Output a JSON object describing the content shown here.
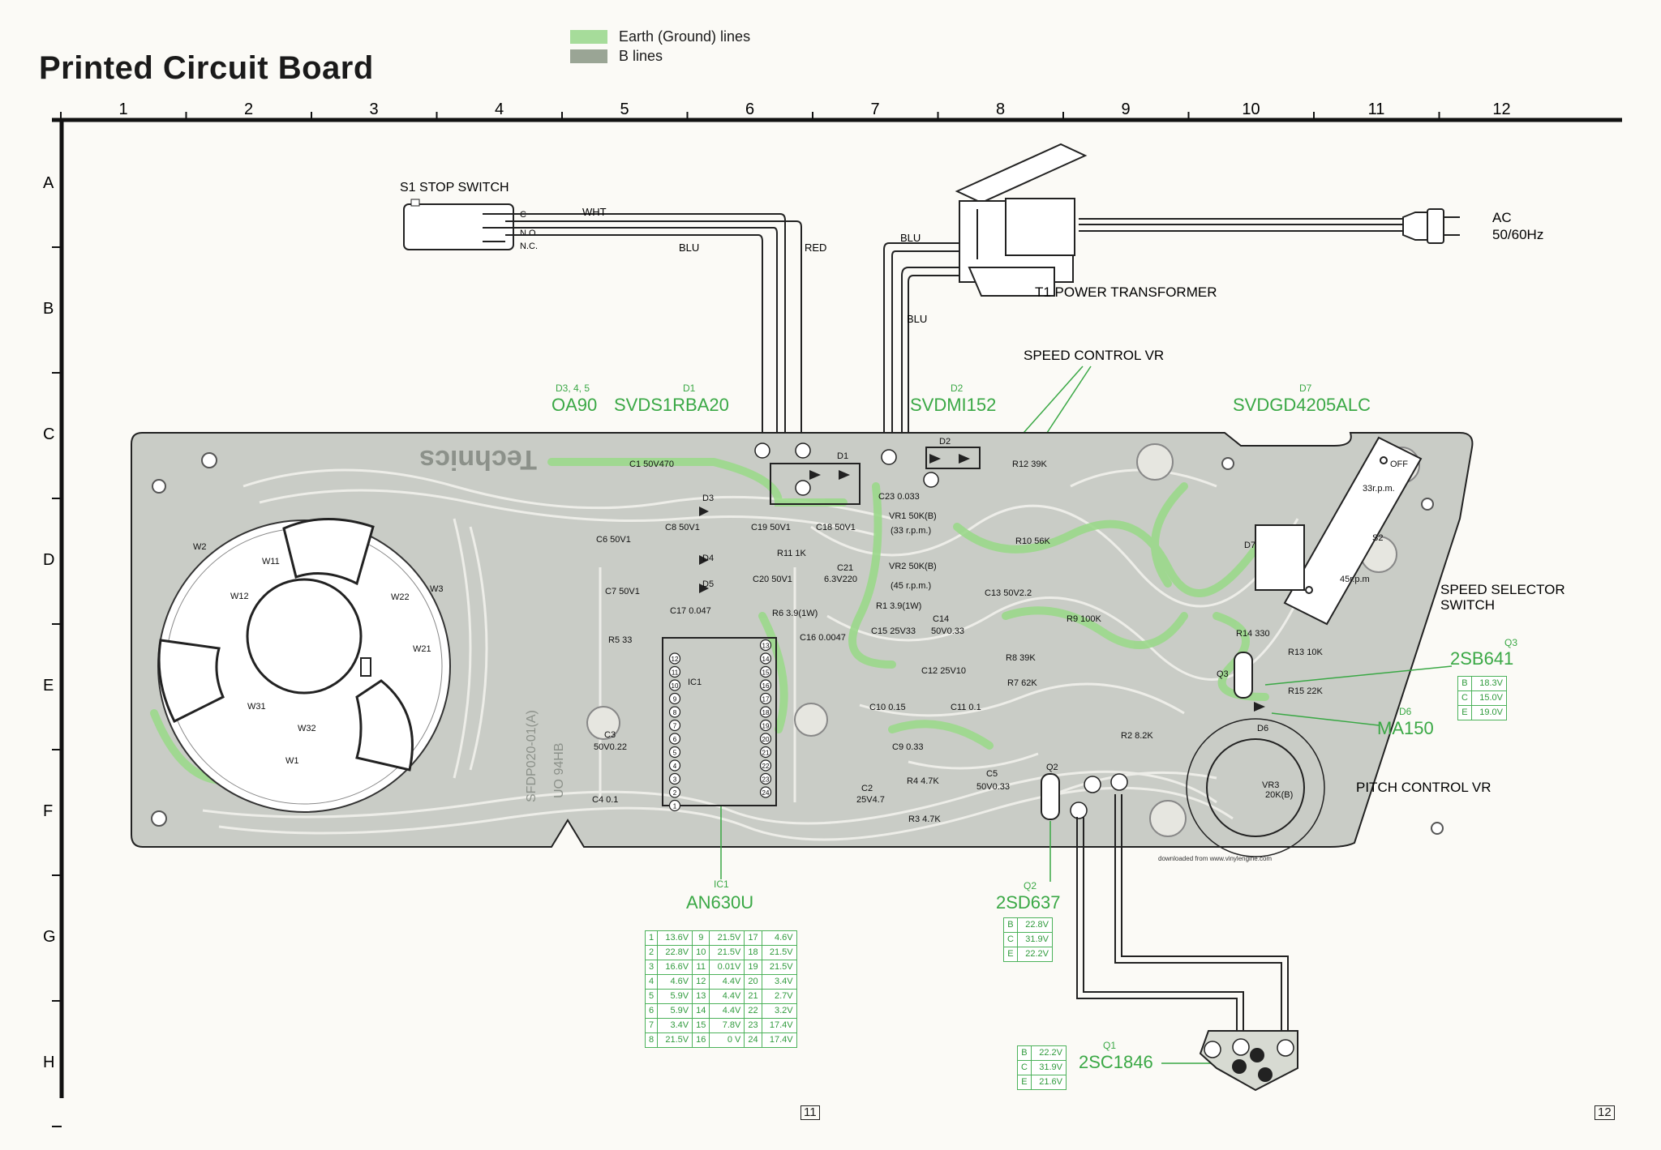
{
  "title": "Printed Circuit Board",
  "legend": [
    {
      "label": "Earth (Ground) lines",
      "color": "#a6dc9a"
    },
    {
      "label": "B lines",
      "color": "#9aa595"
    }
  ],
  "grid": {
    "columns": [
      "1",
      "2",
      "3",
      "4",
      "5",
      "6",
      "7",
      "8",
      "9",
      "10",
      "11",
      "12"
    ],
    "rows": [
      "A",
      "B",
      "C",
      "D",
      "E",
      "F",
      "G",
      "H"
    ]
  },
  "labels": {
    "stop_switch": "S1  STOP SWITCH",
    "sw_c": "C",
    "sw_no": "N.O.",
    "sw_nc": "N.C.",
    "wht": "WHT",
    "blu1": "BLU",
    "red": "RED",
    "blu2": "BLU",
    "blu3": "BLU",
    "transformer": "T1  POWER TRANSFORMER",
    "ac": "AC",
    "ac_freq": "50/60Hz",
    "speed_vr": "SPEED CONTROL VR",
    "speed_selector_1": "SPEED SELECTOR",
    "speed_selector_2": "SWITCH",
    "pitch_vr": "PITCH CONTROL VR",
    "brand": "Technics",
    "board_code": "SFDP020-01(A)",
    "board_code2": "UO 94HB",
    "downloaded": "downloaded from www.vinylengine.com",
    "page11": "11",
    "page12": "12"
  },
  "parts": {
    "d345_ref": "D3, 4, 5",
    "d345": "OA90",
    "d1_ref": "D1",
    "d1": "SVDS1RBA20",
    "d2_ref": "D2",
    "d2": "SVDMI152",
    "d7_ref": "D7",
    "d7": "SVDGD4205ALC",
    "q3_ref": "Q3",
    "q3": "2SB641",
    "d6_ref": "D6",
    "d6": "MA150",
    "ic1_ref": "IC1",
    "ic1": "AN630U",
    "q2_ref": "Q2",
    "q2": "2SD637",
    "q1_ref": "Q1",
    "q1": "2SC1846"
  },
  "components": [
    "C1  50V470",
    "D3",
    "C8  50V1",
    "C19  50V1",
    "C18  50V1",
    "C6  50V1",
    "D4",
    "D5",
    "R11  1K",
    "C21",
    "6.3V220",
    "C20  50V1",
    "C7  50V1",
    "C17  0.047",
    "R6  3.9(1W)",
    "R5  33",
    "C16  0.0047",
    "IC1",
    "R12  39K",
    "C23  0.033",
    "VR1  50K(B)",
    "(33 r.p.m.)",
    "VR2  50K(B)",
    "(45 r.p.m.)",
    "R10  56K",
    "R1  3.9(1W)",
    "C15  25V33",
    "C14",
    "50V0.33",
    "C13  50V2.2",
    "R9  100K",
    "C12  25V10",
    "R8  39K",
    "R7  62K",
    "C10  0.15",
    "C11  0.1",
    "C9  0.33",
    "R2  8.2K",
    "C3",
    "50V0.22",
    "C4  0.1",
    "C2",
    "25V4.7",
    "R4  4.7K",
    "R3  4.7K",
    "C5",
    "50V0.33",
    "Q2",
    "R14  330",
    "R13  10K",
    "R15  22K",
    "Q3",
    "D6",
    "VR3",
    "20K(B)",
    "D7",
    "S2",
    "OFF",
    "33r.p.m.",
    "45r.p.m",
    "W1",
    "W2",
    "W3",
    "W11",
    "W12",
    "W21",
    "W22",
    "W31",
    "W32",
    "D1",
    "D2"
  ],
  "ic1_voltages": [
    [
      "1",
      "13.6V",
      "9",
      "21.5V",
      "17",
      "4.6V"
    ],
    [
      "2",
      "22.8V",
      "10",
      "21.5V",
      "18",
      "21.5V"
    ],
    [
      "3",
      "16.6V",
      "11",
      "0.01V",
      "19",
      "21.5V"
    ],
    [
      "4",
      "4.6V",
      "12",
      "4.4V",
      "20",
      "3.4V"
    ],
    [
      "5",
      "5.9V",
      "13",
      "4.4V",
      "21",
      "2.7V"
    ],
    [
      "6",
      "5.9V",
      "14",
      "4.4V",
      "22",
      "3.2V"
    ],
    [
      "7",
      "3.4V",
      "15",
      "7.8V",
      "23",
      "17.4V"
    ],
    [
      "8",
      "21.5V",
      "16",
      "0 V",
      "24",
      "17.4V"
    ]
  ],
  "q3_voltages": [
    [
      "B",
      "18.3V"
    ],
    [
      "C",
      "15.0V"
    ],
    [
      "E",
      "19.0V"
    ]
  ],
  "q2_voltages": [
    [
      "B",
      "22.8V"
    ],
    [
      "C",
      "31.9V"
    ],
    [
      "E",
      "22.2V"
    ]
  ],
  "q1_voltages": [
    [
      "B",
      "22.2V"
    ],
    [
      "C",
      "31.9V"
    ],
    [
      "E",
      "21.6V"
    ]
  ]
}
